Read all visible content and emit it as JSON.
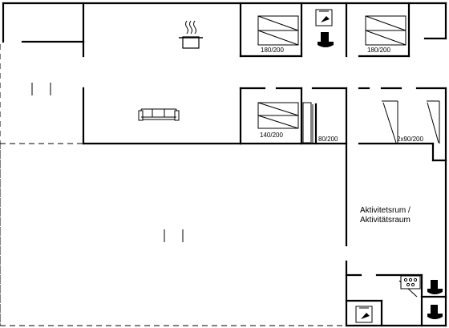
{
  "beds": {
    "bedroom1_size": "180/200",
    "bedroom2_size": "180/200",
    "bedroom3_size": "140/200",
    "bedroom4_size": "80/200",
    "bedroom5_size": "2x90/200"
  },
  "rooms": {
    "activity_room_line1": "Aktivitetsrum /",
    "activity_room_line2": "Aktivitätsraum"
  },
  "icons": {
    "cooking": "cooking-pot-icon",
    "sofa": "sofa-icon",
    "shower": "shower-icon",
    "toilet": "toilet-icon",
    "sauna": "sauna-stove-icon"
  }
}
